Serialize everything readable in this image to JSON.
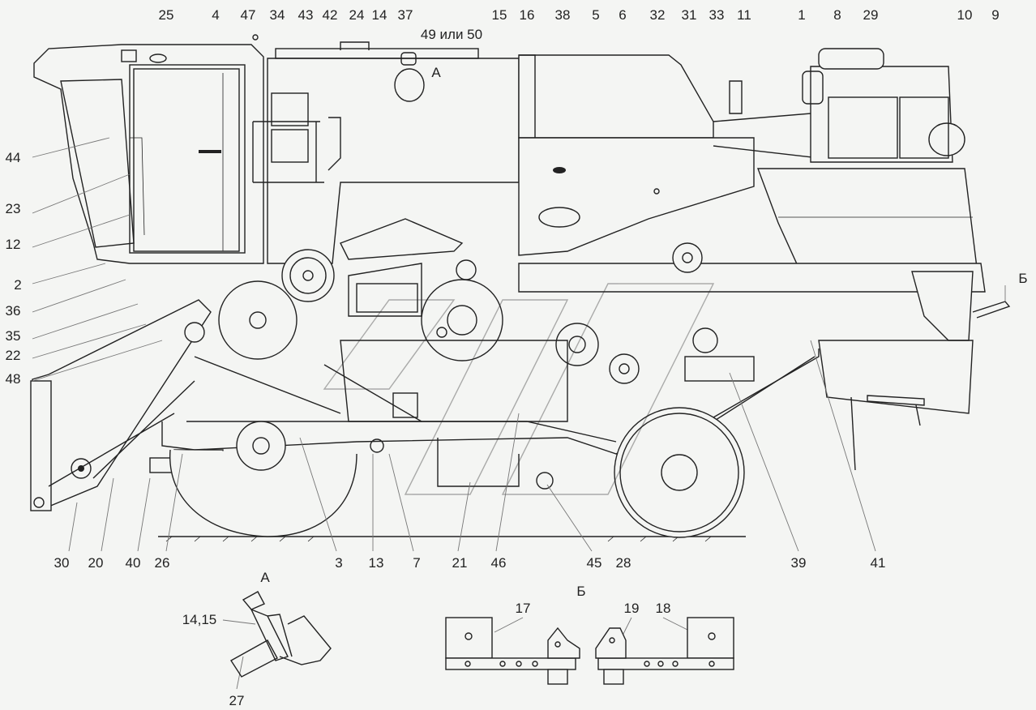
{
  "callouts_top": [
    "25",
    "4",
    "47",
    "34",
    "43",
    "42",
    "24",
    "14",
    "37",
    "15",
    "16",
    "38",
    "5",
    "6",
    "32",
    "31",
    "33",
    "11",
    "1",
    "8",
    "29",
    "10",
    "9"
  ],
  "callout_49_50": "49 или 50",
  "callout_A_main": "А",
  "callouts_left": [
    "44",
    "23",
    "12",
    "2",
    "36",
    "35",
    "22",
    "48"
  ],
  "callout_B_main": "Б",
  "callouts_bottom": [
    "30",
    "20",
    "40",
    "26",
    "3",
    "13",
    "7",
    "21",
    "46",
    "45",
    "28",
    "39",
    "41"
  ],
  "detail_A": {
    "title": "А",
    "label_14_15": "14,15",
    "label_27": "27"
  },
  "detail_B": {
    "title": "Б",
    "label_17": "17",
    "label_19": "19",
    "label_18": "18"
  }
}
